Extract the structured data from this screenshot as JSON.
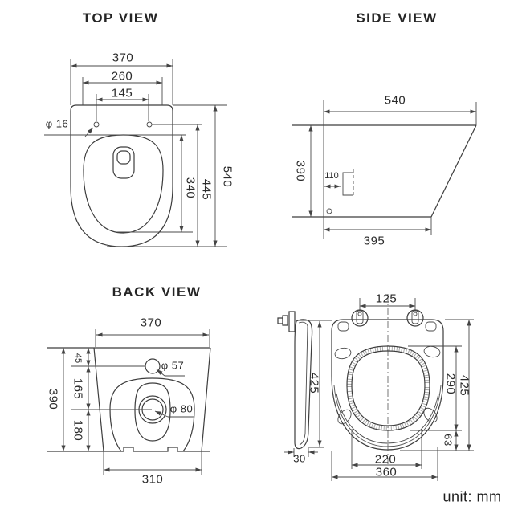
{
  "titles": {
    "top": "TOP VIEW",
    "side": "SIDE VIEW",
    "back": "BACK VIEW"
  },
  "unit_label": "unit: mm",
  "top_view": {
    "overall_width": "370",
    "rim_width": "260",
    "hole_spacing": "145",
    "hole_diameter": "φ 16",
    "bowl_length": "340",
    "length_to_holes": "445",
    "overall_depth": "540"
  },
  "side_view": {
    "depth": "540",
    "height": "390",
    "bracket_offset": "110",
    "bottom_length": "395"
  },
  "back_view": {
    "top_width": "370",
    "seg_top": "45",
    "seg_mid": "165",
    "seg_bottom": "180",
    "overall_height": "390",
    "bottom_width": "310",
    "inlet_diameter": "φ 57",
    "outlet_diameter": "φ 80"
  },
  "seat_view": {
    "hinge_spacing": "125",
    "seat_length_side": "425",
    "seat_thickness": "30",
    "opening_length": "290",
    "seat_length": "425",
    "tail_length": "63",
    "opening_width": "220",
    "seat_width": "360"
  }
}
